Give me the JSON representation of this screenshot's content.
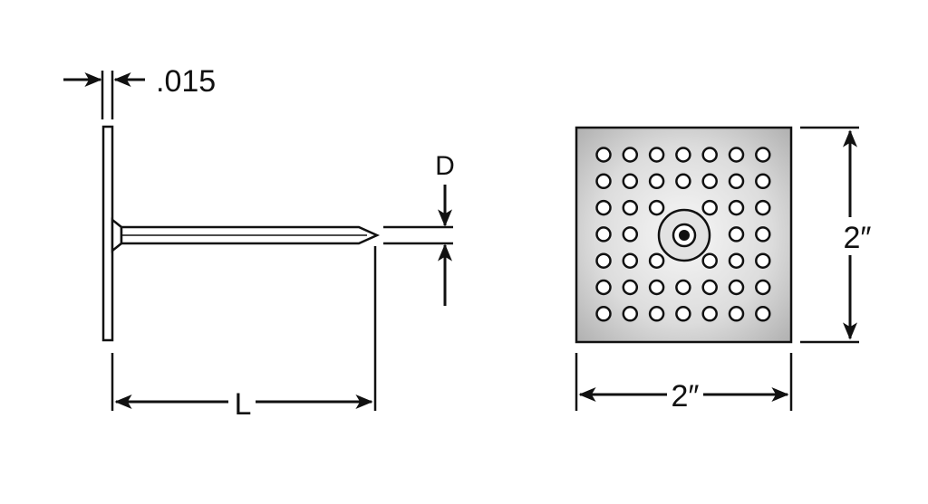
{
  "side_view": {
    "thickness_label": ".015",
    "diameter_label": "D",
    "length_label": "L"
  },
  "plate_view": {
    "height_label": "2″",
    "width_label": "2″",
    "hole_grid": {
      "rows": 7,
      "columns": 7
    }
  },
  "colors": {
    "line": "#111111",
    "plate_fill_light": "#f4f4f4",
    "plate_fill_dark": "#b9b9b9"
  }
}
